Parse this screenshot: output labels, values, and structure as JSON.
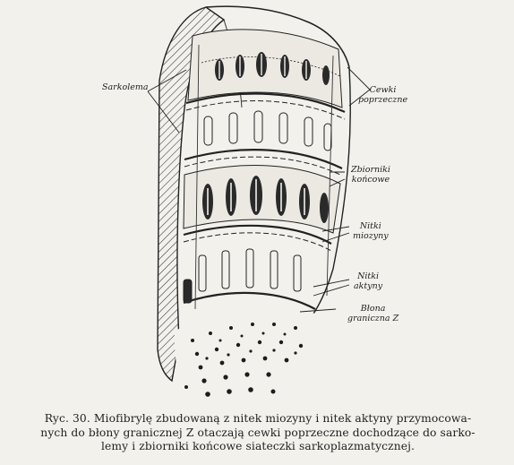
{
  "labels": {
    "sarkolema": "Sarkolema",
    "cewki_1": "Cewki",
    "cewki_2": "poprzeczne",
    "zbiorniki_1": "Zbiorniki",
    "zbiorniki_2": "końcowe",
    "miozyny_1": "Nitki",
    "miozyny_2": "miozyny",
    "aktyny_1": "Nitki",
    "aktyny_2": "aktyny",
    "blona_1": "Błona",
    "blona_2": "graniczna Z"
  },
  "caption": {
    "line1": "Ryc. 30. Miofibrylę zbudowaną z nitek miozyny i nitek aktyny przymocowa-",
    "line2": "nych do błony granicznej Z otaczają cewki poprzeczne dochodzące do sarko-",
    "line3": "lemy i zbiorniki końcowe siateczki sarkoplazmatycznej."
  }
}
